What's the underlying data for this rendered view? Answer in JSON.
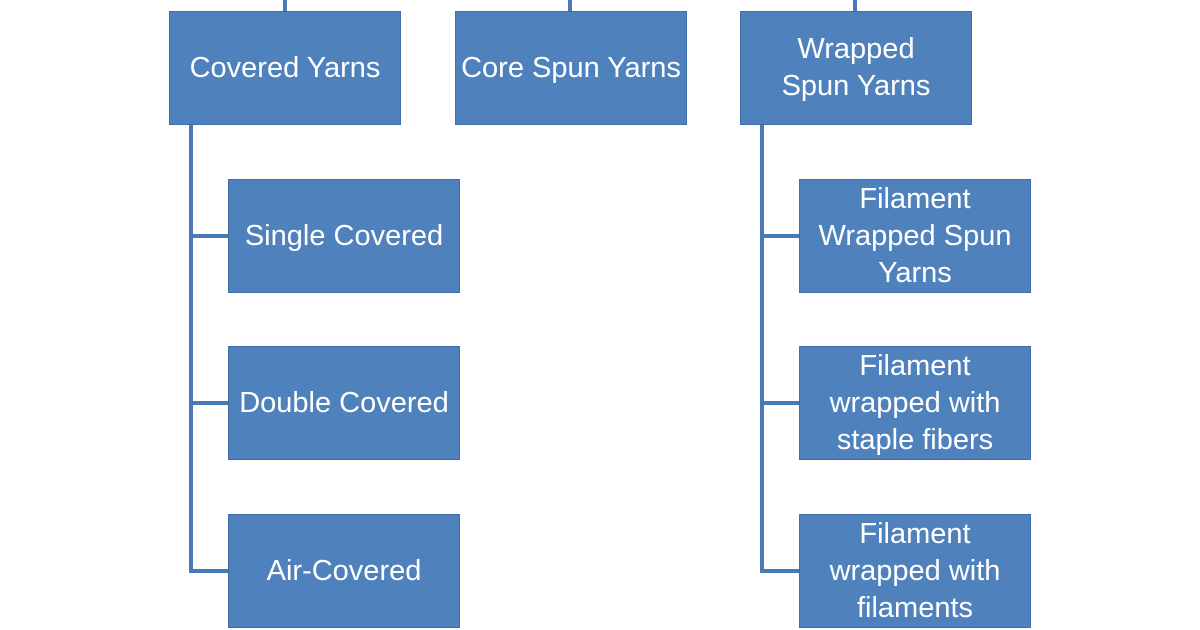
{
  "diagram": {
    "colors": {
      "box_fill": "#4f81bd",
      "box_text": "#ffffff",
      "connector": "#4a7ab5",
      "background": "#ffffff"
    },
    "top_nodes": {
      "covered": "Covered Yarns",
      "core_spun": "Core Spun Yarns",
      "wrapped_spun": "Wrapped Spun Yarns"
    },
    "covered_children": {
      "single": "Single Covered",
      "double": "Double Covered",
      "air": "Air-Covered"
    },
    "wrapped_children": {
      "filament_wrapped_spun": "Filament Wrapped Spun Yarns",
      "filament_staple": "Filament wrapped with staple fibers",
      "filament_filaments": "Filament wrapped with filaments"
    }
  }
}
